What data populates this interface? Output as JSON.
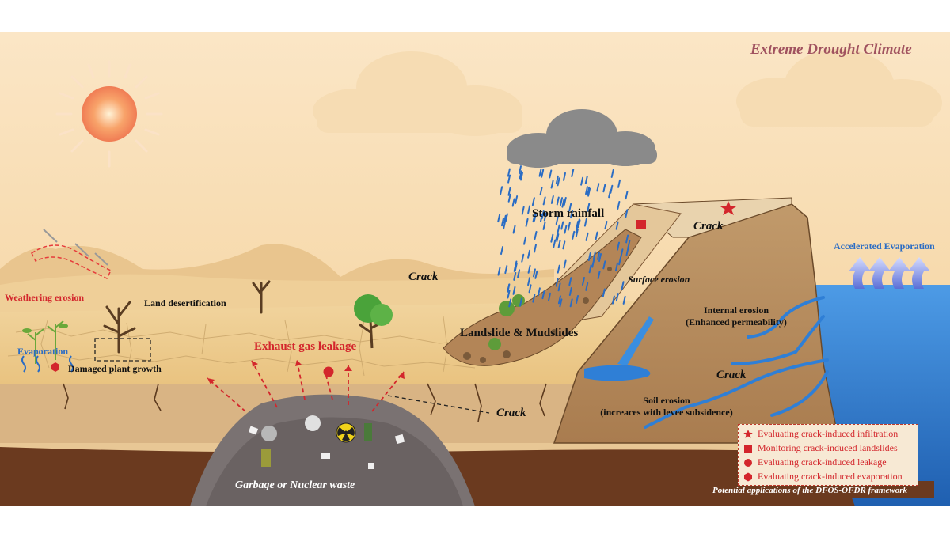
{
  "title": "Extreme Drought Climate",
  "labels": {
    "storm_rainfall": "Storm rainfall",
    "crack_top": "Crack",
    "crack_dune": "Crack",
    "crack_levee": "Crack",
    "crack_ground": "Crack",
    "surface_erosion": "Surface erosion",
    "accelerated_evaporation": "Accelerated Evaporation",
    "weathering_erosion": "Weathering erosion",
    "land_desertification": "Land desertification",
    "landslide_mudslides": "Landslide & Mudslides",
    "internal_erosion_line1": "Internal erosion",
    "internal_erosion_line2": "(Enhanced permeability)",
    "evaporation": "Evaporation",
    "exhaust_gas_leakage": "Exhaust gas leakage",
    "damaged_plant_growth": "Damaged plant growth",
    "soil_erosion_line1": "Soil erosion",
    "soil_erosion_line2": "(increaces with levee subsidence)",
    "garbage_nuclear_waste": "Garbage or Nuclear waste"
  },
  "legend": {
    "items": [
      {
        "marker": "star-icon",
        "text": "Evaluating crack-induced infiltration"
      },
      {
        "marker": "square-icon",
        "text": "Monitoring crack-induced landslides"
      },
      {
        "marker": "circle-icon",
        "text": "Evaluating crack-induced leakage"
      },
      {
        "marker": "hexagon-icon",
        "text": "Evaluating crack-induced evaporation"
      }
    ]
  },
  "footer": "Potential applications of the DFOS-OFDR framework",
  "colors": {
    "marker_red": "#d3262c",
    "title": "#a0525f",
    "water": "#2f7fd6",
    "soil": "#6b3a1f",
    "sky_top": "#fbe3c0"
  }
}
